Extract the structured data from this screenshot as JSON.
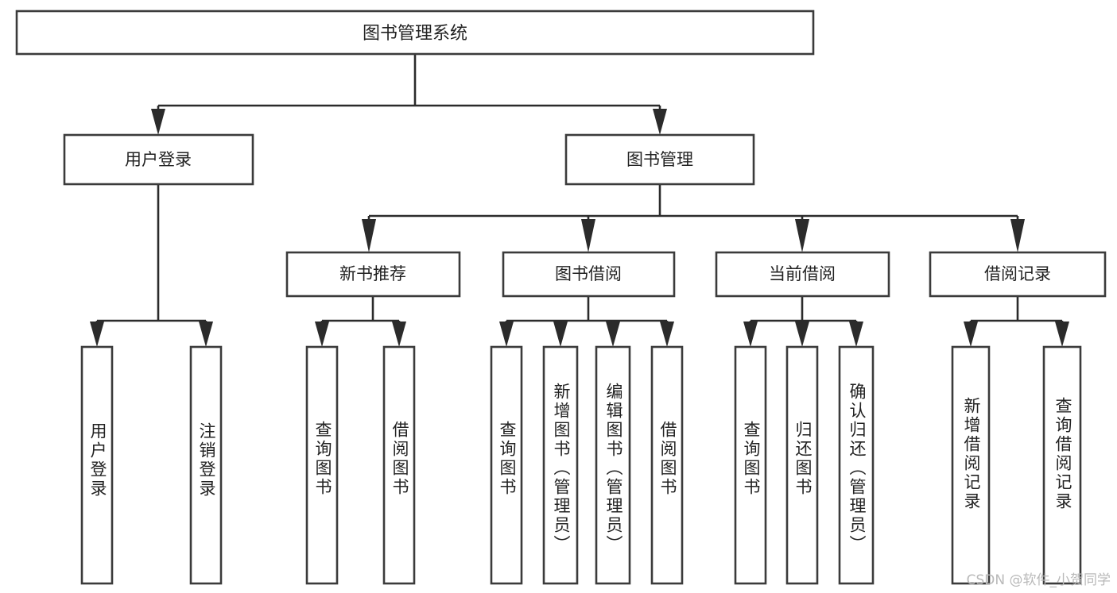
{
  "diagram": {
    "type": "tree-hierarchy",
    "title": "图书管理系统",
    "watermark": "CSDN @软件_小贺同学",
    "colors": {
      "box_stroke": "#3b3b3b",
      "edge_stroke": "#2b2b2b",
      "box_fill": "#ffffff",
      "text": "#222222",
      "watermark": "#b9b9b9",
      "background": "#ffffff"
    },
    "levels": {
      "root": {
        "label": "图书管理系统"
      },
      "level2": [
        {
          "label": "用户登录"
        },
        {
          "label": "图书管理"
        }
      ],
      "level3": [
        {
          "label": "新书推荐"
        },
        {
          "label": "图书借阅"
        },
        {
          "label": "当前借阅"
        },
        {
          "label": "借阅记录"
        }
      ],
      "leaves": {
        "user_login": [
          {
            "label": "用户登录"
          },
          {
            "label": "注销登录"
          }
        ],
        "new_book_recommend": [
          {
            "label": "查询图书"
          },
          {
            "label": "借阅图书"
          }
        ],
        "book_borrow": [
          {
            "label": "查询图书"
          },
          {
            "label": "新增图书（管理员）"
          },
          {
            "label": "编辑图书（管理员）"
          },
          {
            "label": "借阅图书"
          }
        ],
        "current_borrow": [
          {
            "label": "查询图书"
          },
          {
            "label": "归还图书"
          },
          {
            "label": "确认归还（管理员）"
          }
        ],
        "borrow_record": [
          {
            "label": "新增借阅记录"
          },
          {
            "label": "查询借阅记录"
          }
        ]
      }
    }
  }
}
